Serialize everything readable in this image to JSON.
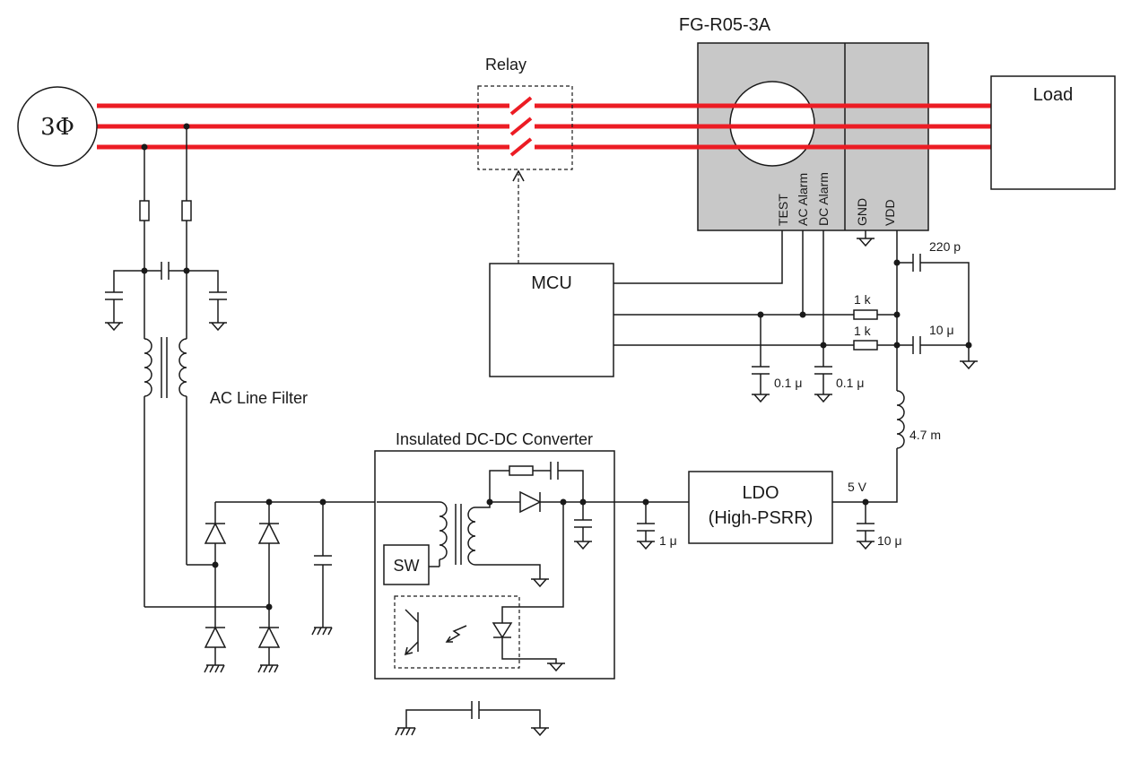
{
  "diagram": {
    "source_label": "3Φ",
    "relay_label": "Relay",
    "sensor_label": "FG-R05-3A",
    "load_label": "Load",
    "mcu_label": "MCU",
    "filter_label": "AC Line Filter",
    "converter_label": "Insulated DC-DC Converter",
    "sw_label": "SW",
    "ldo_line1": "LDO",
    "ldo_line2": "(High-PSRR)",
    "pins": {
      "test": "TEST",
      "ac_alarm": "AC Alarm",
      "dc_alarm": "DC Alarm",
      "gnd": "GND",
      "vdd": "VDD"
    },
    "values": {
      "c_220p": "220 p",
      "r_1k_a": "1 k",
      "r_1k_b": "1 k",
      "c_10u_vdd": "10 μ",
      "c_01u_a": "0.1 μ",
      "c_01u_b": "0.1 μ",
      "l_47m": "4.7 m",
      "v_5v": "5 V",
      "c_10u_ldo": "10 μ",
      "c_1u": "1 μ"
    },
    "colors": {
      "phase_line": "#ec1c24",
      "sensor_fill": "#c8c8c8",
      "wire": "#1a1a1a"
    }
  }
}
